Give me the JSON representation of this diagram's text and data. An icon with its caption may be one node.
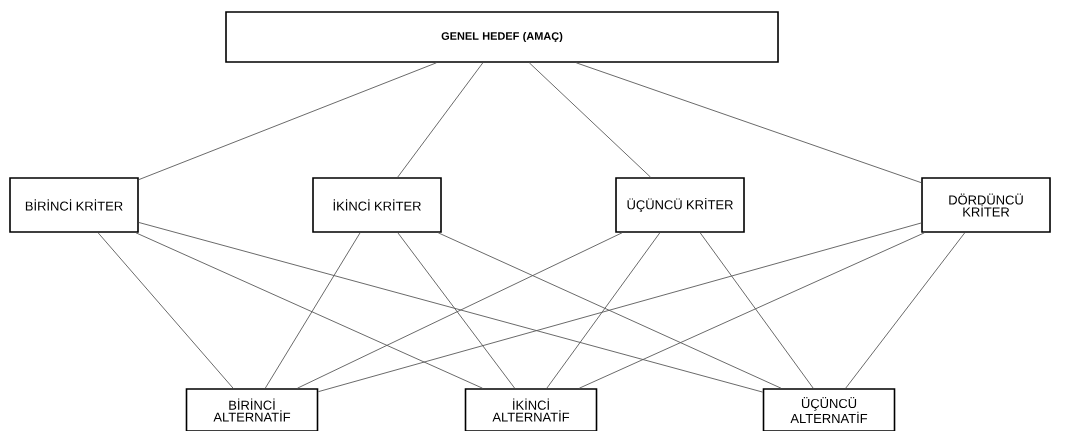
{
  "diagram": {
    "nodes": [
      {
        "text": [
          "GENEL HEDEF (AMAÇ)"
        ]
      },
      {
        "text": [
          "BİRİNCİ KRİTER"
        ]
      },
      {
        "text": [
          "İKİNCİ KRİTER"
        ]
      },
      {
        "text": [
          "ÜÇÜNCÜ KRİTER"
        ]
      },
      {
        "text": [
          "DÖRDÜNCÜ KRİTER"
        ]
      },
      {
        "text": [
          "BİRİNCİ ALTERNATİF"
        ]
      },
      {
        "text": [
          "İKİNCİ ALTERNATİF"
        ]
      },
      {
        "text": [
          "ÜÇÜNCÜ ALTERNATİF"
        ]
      }
    ],
    "edges": [
      {
        "from": 0,
        "to": 1,
        "arrow": "none"
      },
      {
        "from": 0,
        "to": 2,
        "arrow": "none"
      },
      {
        "from": 0,
        "to": 3,
        "arrow": "none"
      },
      {
        "from": 0,
        "to": 4,
        "arrow": "none"
      },
      {
        "from": 1,
        "to": 5,
        "arrow": "none"
      },
      {
        "from": 1,
        "to": 6,
        "arrow": "none"
      },
      {
        "from": 1,
        "to": 7,
        "arrow": "none"
      },
      {
        "from": 2,
        "to": 5,
        "arrow": "none"
      },
      {
        "from": 2,
        "to": 6,
        "arrow": "none"
      },
      {
        "from": 2,
        "to": 7,
        "arrow": "none"
      },
      {
        "from": 3,
        "to": 5,
        "arrow": "none"
      },
      {
        "from": 3,
        "to": 6,
        "arrow": "none"
      },
      {
        "from": 3,
        "to": 7,
        "arrow": "none"
      },
      {
        "from": 4,
        "to": 5,
        "arrow": "none"
      },
      {
        "from": 4,
        "to": 6,
        "arrow": "none"
      },
      {
        "from": 4,
        "to": 7,
        "arrow": "none"
      }
    ]
  }
}
